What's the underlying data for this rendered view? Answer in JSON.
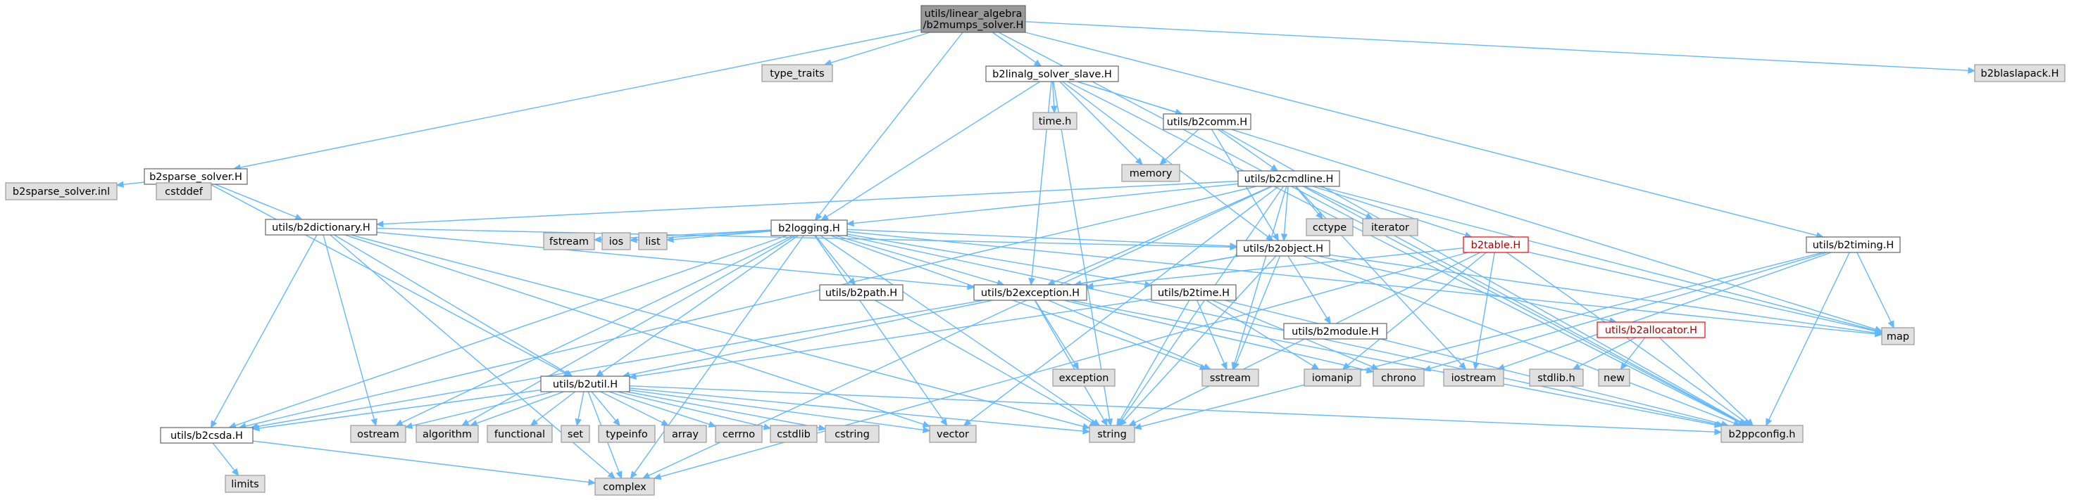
{
  "colors": {
    "edge": "#63b8ff",
    "project_border": "#666666",
    "system_fill": "#e0e0e0",
    "system_border": "#999999",
    "root_fill": "#999999",
    "highlight_border": "#ff0000",
    "highlight_text": "#b20000"
  },
  "nodes": [
    {
      "id": "root",
      "lines": [
        "utils/linear_algebra",
        "/b2mumps_solver.H"
      ],
      "kind": "root"
    },
    {
      "id": "type_traits",
      "lines": [
        "type_traits"
      ],
      "kind": "system"
    },
    {
      "id": "b2linalg_solver_slave",
      "lines": [
        "b2linalg_solver_slave.H"
      ],
      "kind": "project"
    },
    {
      "id": "b2blaslapack",
      "lines": [
        "b2blaslapack.H"
      ],
      "kind": "system"
    },
    {
      "id": "time_h",
      "lines": [
        "time.h"
      ],
      "kind": "system"
    },
    {
      "id": "b2comm",
      "lines": [
        "utils/b2comm.H"
      ],
      "kind": "project"
    },
    {
      "id": "memory",
      "lines": [
        "memory"
      ],
      "kind": "system"
    },
    {
      "id": "b2sparse_solver",
      "lines": [
        "b2sparse_solver.H"
      ],
      "kind": "project"
    },
    {
      "id": "b2sparse_solver_inl",
      "lines": [
        "b2sparse_solver.inl"
      ],
      "kind": "system"
    },
    {
      "id": "cstddef",
      "lines": [
        "cstddef"
      ],
      "kind": "system"
    },
    {
      "id": "b2cmdline",
      "lines": [
        "utils/b2cmdline.H"
      ],
      "kind": "project"
    },
    {
      "id": "cctype",
      "lines": [
        "cctype"
      ],
      "kind": "system"
    },
    {
      "id": "iterator",
      "lines": [
        "iterator"
      ],
      "kind": "system"
    },
    {
      "id": "b2dictionary",
      "lines": [
        "utils/b2dictionary.H"
      ],
      "kind": "project"
    },
    {
      "id": "b2logging",
      "lines": [
        "b2logging.H"
      ],
      "kind": "project"
    },
    {
      "id": "fstream",
      "lines": [
        "fstream"
      ],
      "kind": "system"
    },
    {
      "id": "ios",
      "lines": [
        "ios"
      ],
      "kind": "system"
    },
    {
      "id": "list",
      "lines": [
        "list"
      ],
      "kind": "system"
    },
    {
      "id": "b2object",
      "lines": [
        "utils/b2object.H"
      ],
      "kind": "project"
    },
    {
      "id": "b2table",
      "lines": [
        "b2table.H"
      ],
      "kind": "highlight"
    },
    {
      "id": "b2timing",
      "lines": [
        "utils/b2timing.H"
      ],
      "kind": "project"
    },
    {
      "id": "map",
      "lines": [
        "map"
      ],
      "kind": "system"
    },
    {
      "id": "b2path",
      "lines": [
        "utils/b2path.H"
      ],
      "kind": "project"
    },
    {
      "id": "b2exception",
      "lines": [
        "utils/b2exception.H"
      ],
      "kind": "project"
    },
    {
      "id": "b2time",
      "lines": [
        "utils/b2time.H"
      ],
      "kind": "project"
    },
    {
      "id": "b2module",
      "lines": [
        "utils/b2module.H"
      ],
      "kind": "project"
    },
    {
      "id": "b2allocator",
      "lines": [
        "utils/b2allocator.H"
      ],
      "kind": "highlight"
    },
    {
      "id": "exception",
      "lines": [
        "exception"
      ],
      "kind": "system"
    },
    {
      "id": "sstream",
      "lines": [
        "sstream"
      ],
      "kind": "system"
    },
    {
      "id": "iomanip",
      "lines": [
        "iomanip"
      ],
      "kind": "system"
    },
    {
      "id": "chrono",
      "lines": [
        "chrono"
      ],
      "kind": "system"
    },
    {
      "id": "iostream",
      "lines": [
        "iostream"
      ],
      "kind": "system"
    },
    {
      "id": "stdlib_h",
      "lines": [
        "stdlib.h"
      ],
      "kind": "system"
    },
    {
      "id": "new",
      "lines": [
        "new"
      ],
      "kind": "system"
    },
    {
      "id": "b2util",
      "lines": [
        "utils/b2util.H"
      ],
      "kind": "project"
    },
    {
      "id": "b2csda",
      "lines": [
        "utils/b2csda.H"
      ],
      "kind": "project"
    },
    {
      "id": "ostream",
      "lines": [
        "ostream"
      ],
      "kind": "system"
    },
    {
      "id": "algorithm",
      "lines": [
        "algorithm"
      ],
      "kind": "system"
    },
    {
      "id": "functional",
      "lines": [
        "functional"
      ],
      "kind": "system"
    },
    {
      "id": "set",
      "lines": [
        "set"
      ],
      "kind": "system"
    },
    {
      "id": "typeinfo",
      "lines": [
        "typeinfo"
      ],
      "kind": "system"
    },
    {
      "id": "array",
      "lines": [
        "array"
      ],
      "kind": "system"
    },
    {
      "id": "cerrno",
      "lines": [
        "cerrno"
      ],
      "kind": "system"
    },
    {
      "id": "cstdlib",
      "lines": [
        "cstdlib"
      ],
      "kind": "system"
    },
    {
      "id": "cstring",
      "lines": [
        "cstring"
      ],
      "kind": "system"
    },
    {
      "id": "vector",
      "lines": [
        "vector"
      ],
      "kind": "system"
    },
    {
      "id": "string",
      "lines": [
        "string"
      ],
      "kind": "system"
    },
    {
      "id": "b2ppconfig",
      "lines": [
        "b2ppconfig.h"
      ],
      "kind": "system"
    },
    {
      "id": "limits",
      "lines": [
        "limits"
      ],
      "kind": "system"
    },
    {
      "id": "complex",
      "lines": [
        "complex"
      ],
      "kind": "system"
    }
  ],
  "edges": [
    [
      "root",
      "type_traits"
    ],
    [
      "root",
      "b2linalg_solver_slave"
    ],
    [
      "root",
      "b2blaslapack"
    ],
    [
      "root",
      "b2sparse_solver"
    ],
    [
      "root",
      "b2logging"
    ],
    [
      "root",
      "b2timing"
    ],
    [
      "root",
      "b2ppconfig"
    ],
    [
      "b2linalg_solver_slave",
      "time_h"
    ],
    [
      "b2linalg_solver_slave",
      "b2comm"
    ],
    [
      "b2linalg_solver_slave",
      "memory"
    ],
    [
      "b2linalg_solver_slave",
      "b2logging"
    ],
    [
      "b2linalg_solver_slave",
      "b2exception"
    ],
    [
      "b2linalg_solver_slave",
      "b2object"
    ],
    [
      "b2linalg_solver_slave",
      "map"
    ],
    [
      "b2linalg_solver_slave",
      "string"
    ],
    [
      "b2linalg_solver_slave",
      "b2ppconfig"
    ],
    [
      "b2comm",
      "memory"
    ],
    [
      "b2comm",
      "b2cmdline"
    ],
    [
      "b2comm",
      "b2object"
    ],
    [
      "b2comm",
      "b2ppconfig"
    ],
    [
      "b2sparse_solver",
      "b2sparse_solver_inl"
    ],
    [
      "b2sparse_solver",
      "cstddef"
    ],
    [
      "b2sparse_solver",
      "b2dictionary"
    ],
    [
      "b2sparse_solver",
      "b2util"
    ],
    [
      "b2cmdline",
      "cctype"
    ],
    [
      "b2cmdline",
      "iterator"
    ],
    [
      "b2cmdline",
      "b2dictionary"
    ],
    [
      "b2cmdline",
      "b2logging"
    ],
    [
      "b2cmdline",
      "b2object"
    ],
    [
      "b2cmdline",
      "b2table"
    ],
    [
      "b2cmdline",
      "b2exception"
    ],
    [
      "b2cmdline",
      "b2csda"
    ],
    [
      "b2cmdline",
      "map"
    ],
    [
      "b2cmdline",
      "iostream"
    ],
    [
      "b2cmdline",
      "sstream"
    ],
    [
      "b2cmdline",
      "string"
    ],
    [
      "b2cmdline",
      "vector"
    ],
    [
      "b2cmdline",
      "complex"
    ],
    [
      "b2cmdline",
      "b2ppconfig"
    ],
    [
      "b2dictionary",
      "b2object"
    ],
    [
      "b2dictionary",
      "b2exception"
    ],
    [
      "b2dictionary",
      "b2csda"
    ],
    [
      "b2dictionary",
      "ostream"
    ],
    [
      "b2dictionary",
      "vector"
    ],
    [
      "b2dictionary",
      "string"
    ],
    [
      "b2dictionary",
      "complex"
    ],
    [
      "b2dictionary",
      "b2util"
    ],
    [
      "b2logging",
      "fstream"
    ],
    [
      "b2logging",
      "ios"
    ],
    [
      "b2logging",
      "list"
    ],
    [
      "b2logging",
      "b2object"
    ],
    [
      "b2logging",
      "b2path"
    ],
    [
      "b2logging",
      "b2exception"
    ],
    [
      "b2logging",
      "b2time"
    ],
    [
      "b2logging",
      "b2util"
    ],
    [
      "b2logging",
      "b2csda"
    ],
    [
      "b2logging",
      "ostream"
    ],
    [
      "b2logging",
      "algorithm"
    ],
    [
      "b2logging",
      "sstream"
    ],
    [
      "b2logging",
      "map"
    ],
    [
      "b2logging",
      "string"
    ],
    [
      "b2logging",
      "vector"
    ],
    [
      "b2logging",
      "complex"
    ],
    [
      "b2logging",
      "b2ppconfig"
    ],
    [
      "b2object",
      "b2module"
    ],
    [
      "b2object",
      "b2allocator"
    ],
    [
      "b2object",
      "b2exception"
    ],
    [
      "b2object",
      "map"
    ],
    [
      "b2object",
      "sstream"
    ],
    [
      "b2object",
      "string"
    ],
    [
      "b2object",
      "b2ppconfig"
    ],
    [
      "b2object",
      "b2csda"
    ],
    [
      "b2table",
      "b2exception"
    ],
    [
      "b2table",
      "iomanip"
    ],
    [
      "b2table",
      "iostream"
    ],
    [
      "b2table",
      "map"
    ],
    [
      "b2table",
      "string"
    ],
    [
      "b2table",
      "b2ppconfig"
    ],
    [
      "b2table",
      "complex"
    ],
    [
      "b2timing",
      "map"
    ],
    [
      "b2timing",
      "chrono"
    ],
    [
      "b2timing",
      "iostream"
    ],
    [
      "b2timing",
      "string"
    ],
    [
      "b2timing",
      "b2ppconfig"
    ],
    [
      "b2path",
      "string"
    ],
    [
      "b2exception",
      "exception"
    ],
    [
      "b2exception",
      "sstream"
    ],
    [
      "b2exception",
      "string"
    ],
    [
      "b2exception",
      "b2ppconfig"
    ],
    [
      "b2exception",
      "b2util"
    ],
    [
      "b2exception",
      "chrono"
    ],
    [
      "b2time",
      "sstream"
    ],
    [
      "b2time",
      "iomanip"
    ],
    [
      "b2time",
      "chrono"
    ],
    [
      "b2time",
      "string"
    ],
    [
      "b2time",
      "b2ppconfig"
    ],
    [
      "b2time",
      "b2util"
    ],
    [
      "b2allocator",
      "stdlib_h"
    ],
    [
      "b2allocator",
      "new"
    ],
    [
      "b2allocator",
      "b2ppconfig"
    ],
    [
      "b2util",
      "b2csda"
    ],
    [
      "b2util",
      "ostream"
    ],
    [
      "b2util",
      "algorithm"
    ],
    [
      "b2util",
      "functional"
    ],
    [
      "b2util",
      "set"
    ],
    [
      "b2util",
      "typeinfo"
    ],
    [
      "b2util",
      "array"
    ],
    [
      "b2util",
      "cerrno"
    ],
    [
      "b2util",
      "cstdlib"
    ],
    [
      "b2util",
      "cstring"
    ],
    [
      "b2util",
      "vector"
    ],
    [
      "b2util",
      "string"
    ],
    [
      "b2util",
      "complex"
    ],
    [
      "b2util",
      "b2ppconfig"
    ],
    [
      "b2csda",
      "limits"
    ],
    [
      "b2csda",
      "complex"
    ]
  ]
}
